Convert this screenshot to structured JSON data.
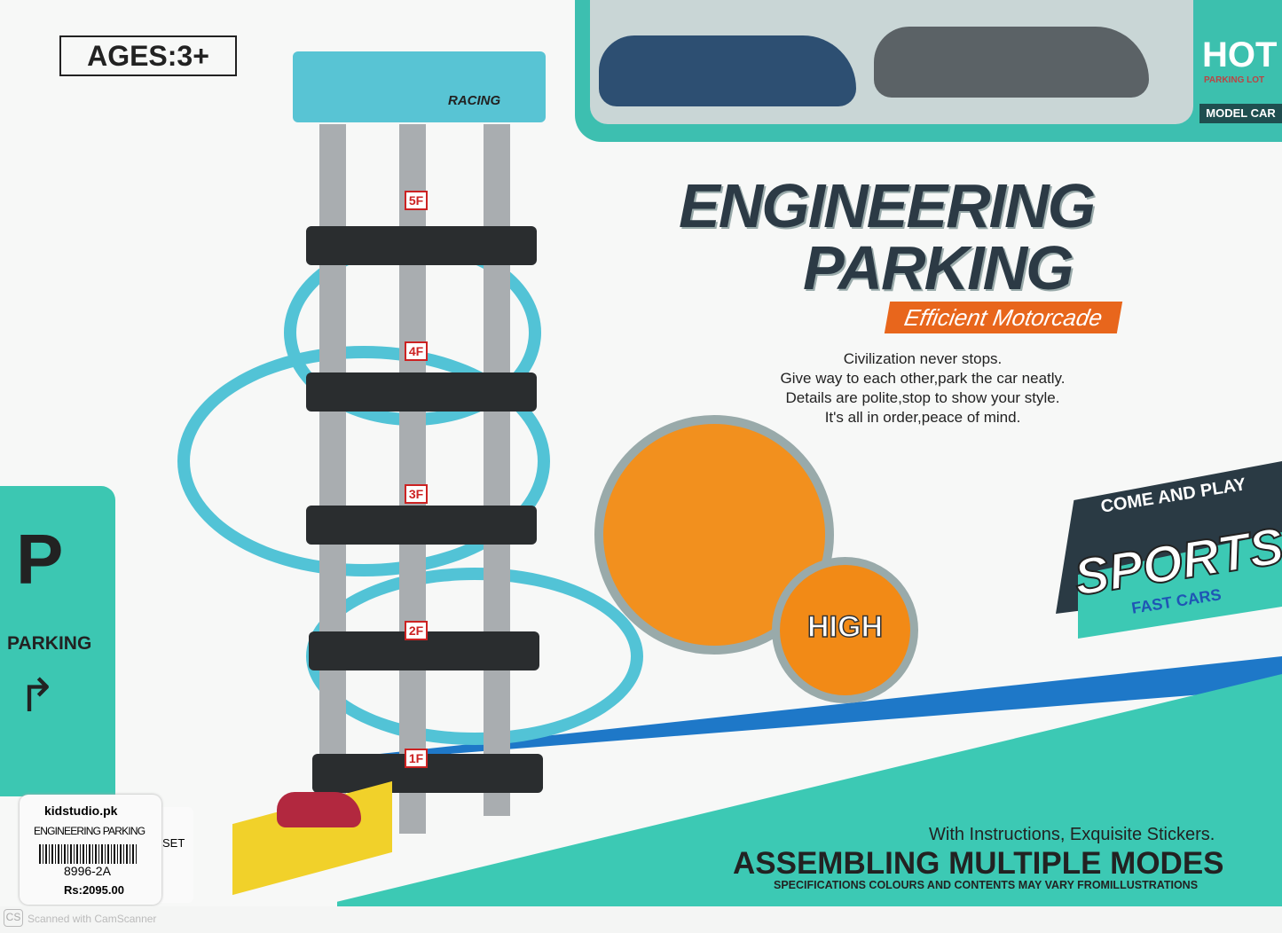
{
  "box": {
    "ages": "AGES:3+",
    "tray": {
      "badge_title": "HOT",
      "badge_subtitle": "PARKING LOT",
      "badge_footer": "MODEL CAR"
    },
    "title_line1": "ENGINEERING",
    "title_line2": "PARKING",
    "subtitle": "Efficient Motorcade",
    "poem": [
      "Civilization never stops.",
      "Give way to each other,park the car neatly.",
      "Details are polite,stop to show your style.",
      "It's all in order,peace of mind."
    ],
    "tower_sign": "RACING",
    "floors": [
      "5F",
      "4F",
      "3F",
      "2F",
      "1F"
    ],
    "high_playability": "HIGH",
    "parking_panel": {
      "letter": "P",
      "label": "PARKING"
    },
    "come_and_play": "COME AND PLAY",
    "sports": "SPORTS",
    "fast_cars": "FAST CARS",
    "instructions": "With Instructions, Exquisite Stickers.",
    "headline": "ASSEMBLING MULTIPLE MODES",
    "disclaimer": "SPECIFICATIONS COLOURS AND CONTENTS MAY VARY FROMILLUSTRATIONS"
  },
  "price_label": {
    "site": "kidstudio.pk",
    "product": "ENGINEERING PARKING",
    "code": "8996-2A",
    "price": "Rs:2095.00",
    "side_text": "SET"
  },
  "watermark": {
    "icon": "CS",
    "text": "Scanned with CamScanner"
  },
  "colors": {
    "teal": "#3cc9b4",
    "blue": "#1e78c8",
    "orange": "#e8661c",
    "dark": "#2c3a45"
  }
}
